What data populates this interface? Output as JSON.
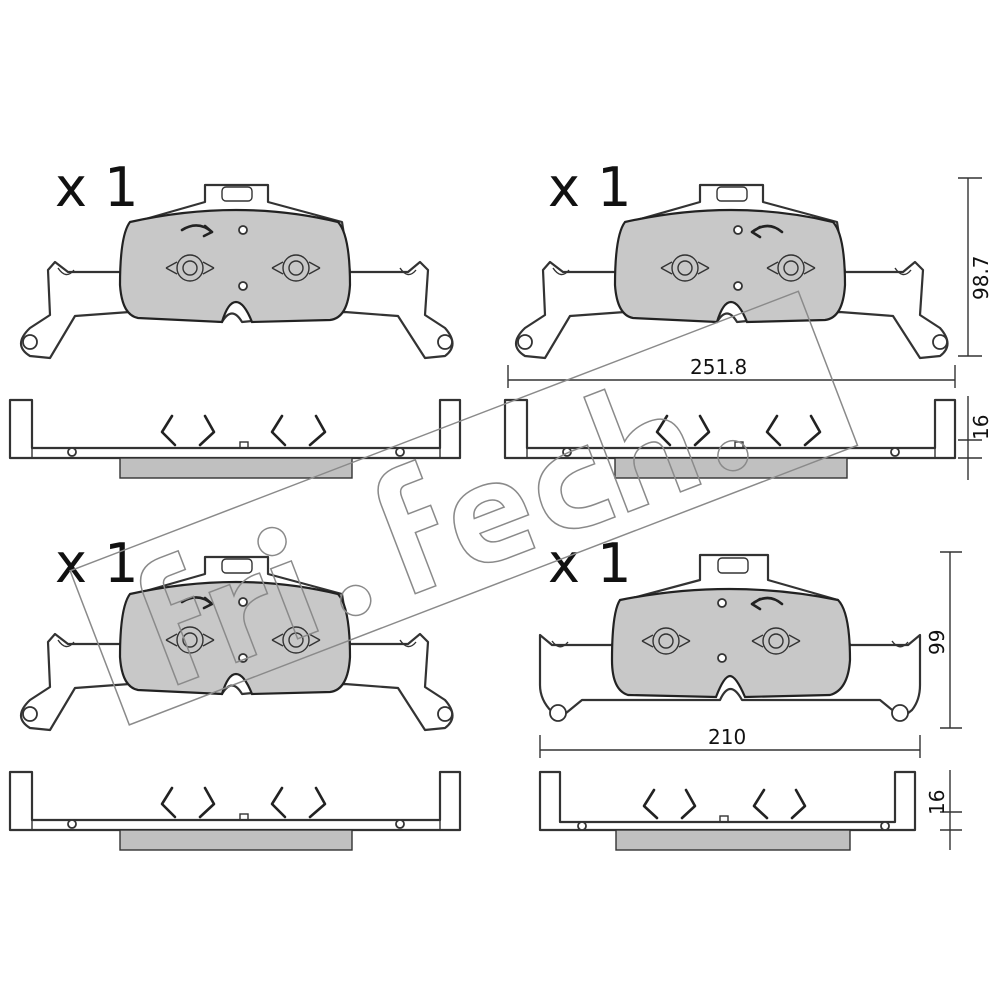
{
  "diagram": {
    "views": [
      {
        "id": "top-left",
        "quantity": "x 1",
        "arrow": "cw"
      },
      {
        "id": "top-right",
        "quantity": "x 1",
        "arrow": "ccw"
      },
      {
        "id": "bottom-left",
        "quantity": "x 1",
        "arrow": "cw"
      },
      {
        "id": "bottom-right",
        "quantity": "x 1",
        "arrow": "ccw"
      }
    ],
    "dimensions": {
      "top_width": "251.8",
      "top_height": "98.7",
      "top_thickness": "16",
      "bottom_width": "210",
      "bottom_height": "99",
      "bottom_thickness": "16"
    },
    "watermark": "fri.tech."
  }
}
